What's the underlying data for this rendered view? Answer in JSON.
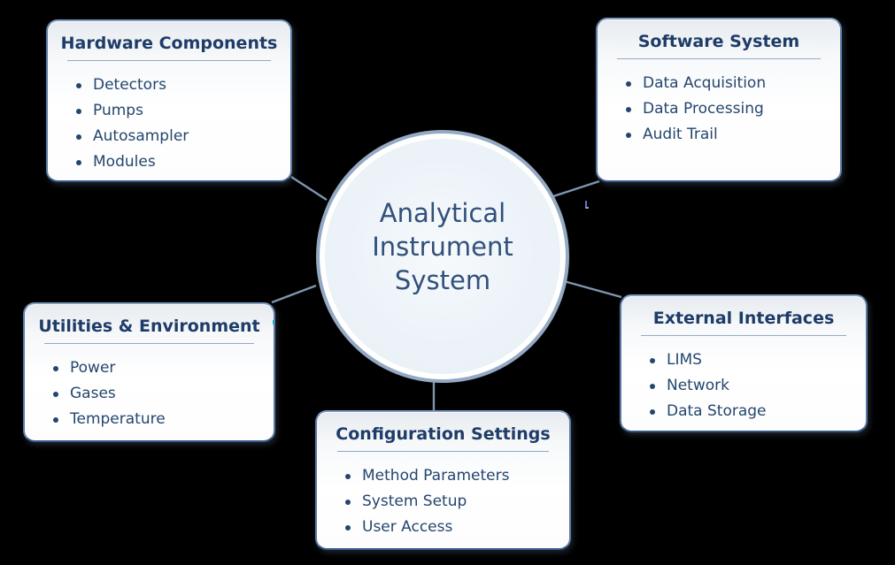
{
  "diagram": {
    "center": {
      "label_lines": [
        "Analytical",
        "Instrument",
        "System"
      ]
    },
    "nodes": [
      {
        "id": "hardware-components",
        "title": "Hardware Components",
        "items": [
          "Detectors",
          "Pumps",
          "Autosampler",
          "Modules"
        ]
      },
      {
        "id": "software-system",
        "title": "Software System",
        "items": [
          "Data Acquisition",
          "Data Processing",
          "Audit Trail"
        ]
      },
      {
        "id": "utilities-environment",
        "title": "Utilities & Environment",
        "items": [
          "Power",
          "Gases",
          "Temperature"
        ]
      },
      {
        "id": "external-interfaces",
        "title": "External Interfaces",
        "items": [
          "LIMS",
          "Network",
          "Data Storage"
        ]
      },
      {
        "id": "configuration-settings",
        "title": "Configuration Settings",
        "items": [
          "Method Parameters",
          "System Setup",
          "User Access"
        ]
      }
    ],
    "colors": {
      "background": "#000000",
      "box_border": "#5a7aa5",
      "box_fill_top": "#e7ebef",
      "box_fill_bottom": "#ffffff",
      "title_text": "#1e3c68",
      "item_text": "#24466e",
      "divider": "#93aac5",
      "circle_fill": "#e8eff6",
      "circle_border": "#94a9c3",
      "circle_inner_ring": "#ffffff",
      "circle_text": "#31507a",
      "connector": "#7e95ae"
    }
  }
}
